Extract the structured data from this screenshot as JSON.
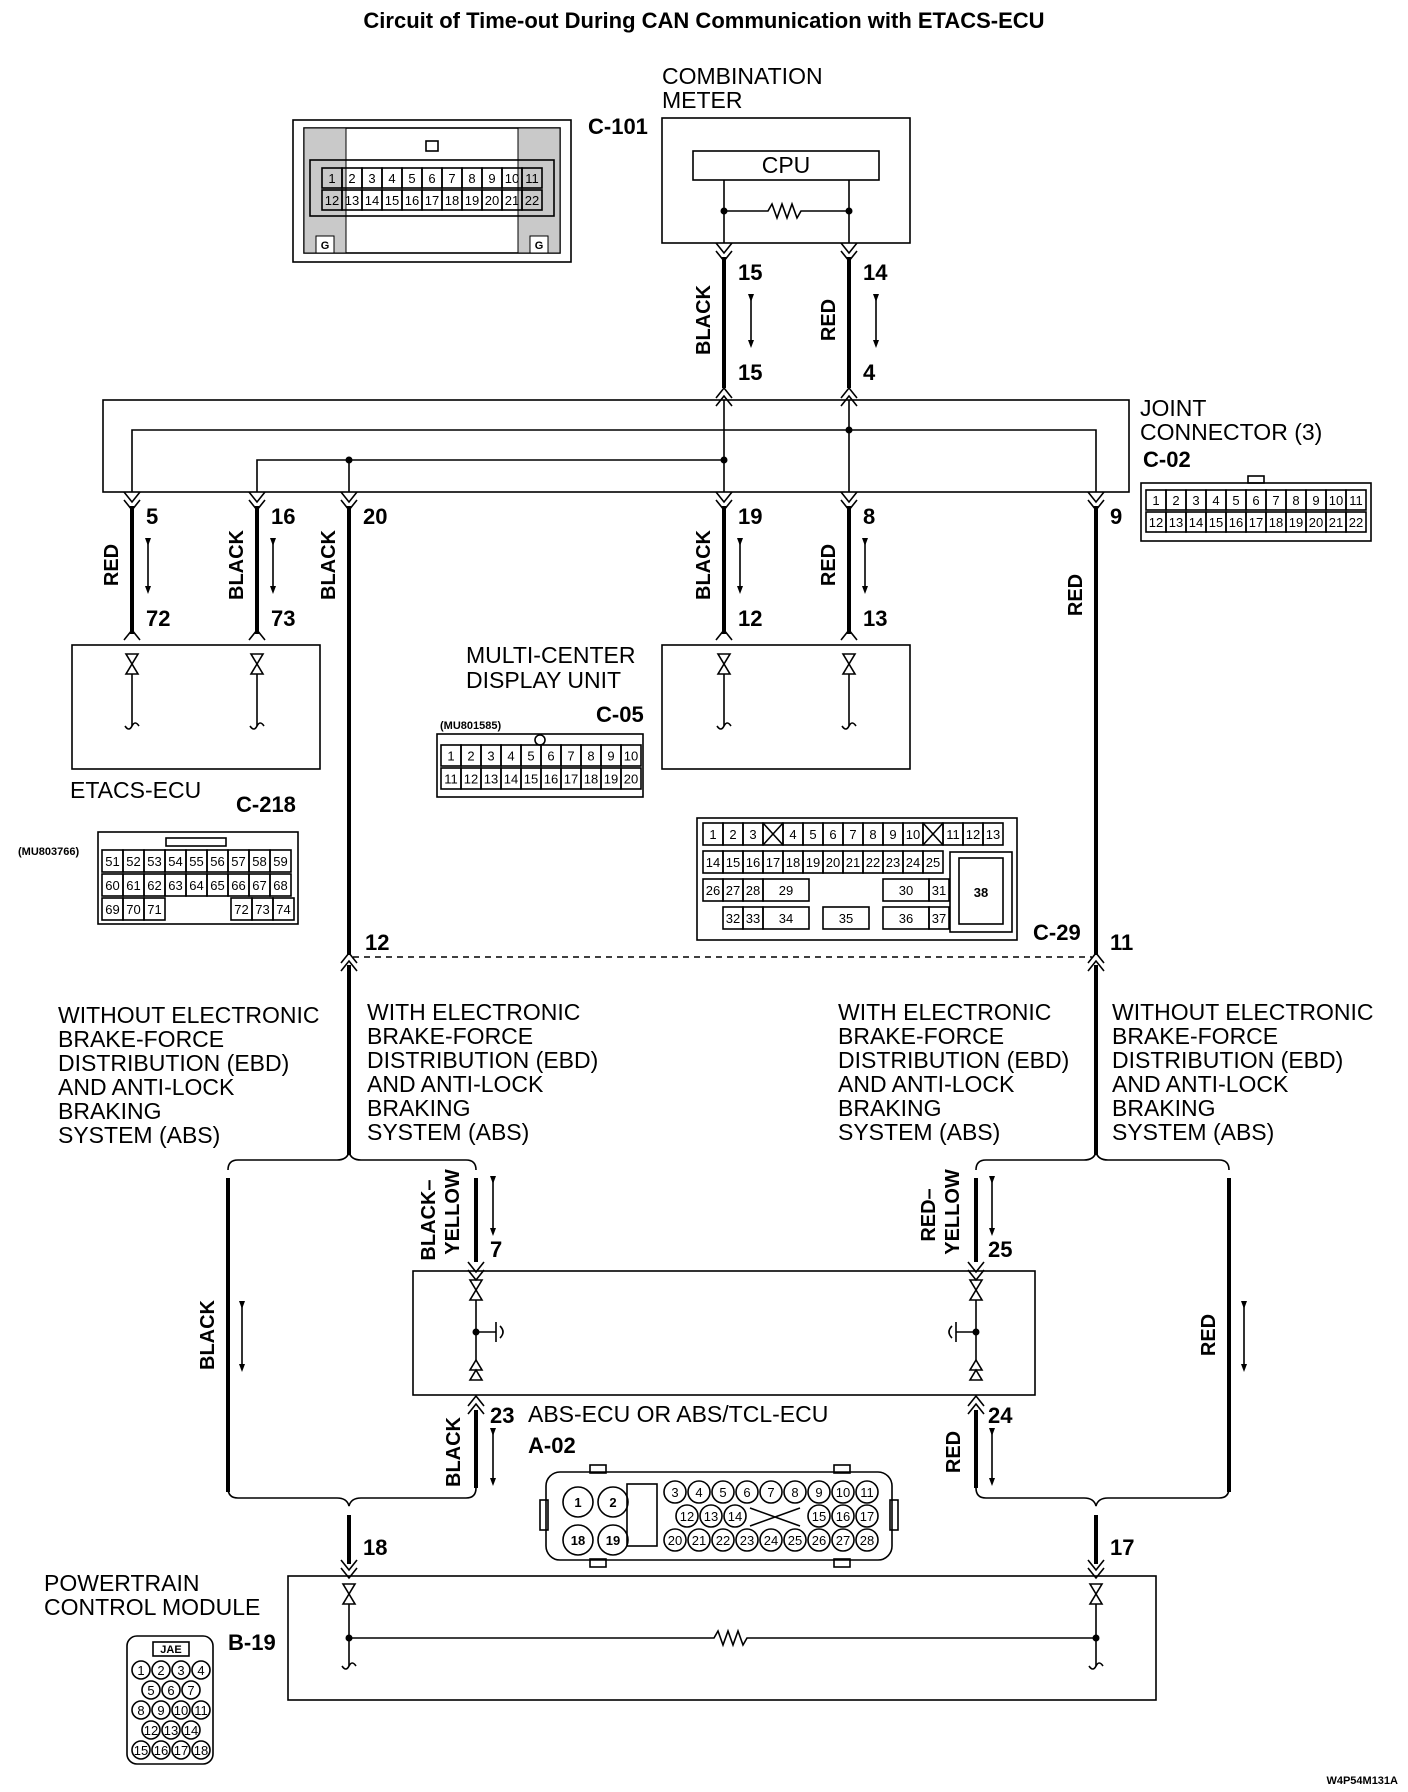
{
  "title": "Circuit of Time-out During CAN Communication with ETACS-ECU",
  "components": {
    "combination_meter": {
      "name_line1": "COMBINATION",
      "name_line2": "METER",
      "cpu": "CPU",
      "connector": "C-101"
    },
    "joint_connector": {
      "name_line1": "JOINT",
      "name_line2": "CONNECTOR (3)",
      "connector": "C-02"
    },
    "etacs_ecu": {
      "name": "ETACS-ECU",
      "connector": "C-218",
      "part_number": "(MU803766)"
    },
    "multi_center_display": {
      "name_line1": "MULTI-CENTER",
      "name_line2": "DISPLAY UNIT",
      "connector": "C-05",
      "part_number": "(MU801585)"
    },
    "c29": {
      "connector": "C-29"
    },
    "abs_ecu": {
      "name": "ABS-ECU OR ABS/TCL-ECU",
      "connector": "A-02"
    },
    "pcm": {
      "name_line1": "POWERTRAIN",
      "name_line2": "CONTROL MODULE",
      "connector": "B-19",
      "jae": "JAE"
    }
  },
  "pins": {
    "meter_15": "15",
    "meter_14": "14",
    "jc_15": "15",
    "jc_4": "4",
    "jc_5": "5",
    "jc_16": "16",
    "jc_20": "20",
    "jc_19": "19",
    "jc_8": "8",
    "jc_9": "9",
    "etacs_72": "72",
    "etacs_73": "73",
    "mcd_12": "12",
    "mcd_13": "13",
    "c29_12": "12",
    "c29_11": "11",
    "abs_7": "7",
    "abs_25": "25",
    "abs_23": "23",
    "abs_24": "24",
    "pcm_18": "18",
    "pcm_17": "17"
  },
  "wire_colors": {
    "black": "BLACK",
    "red": "RED",
    "black_yellow_1": "BLACK–",
    "black_yellow_2": "YELLOW",
    "red_yellow_1": "RED–",
    "red_yellow_2": "YELLOW"
  },
  "notes": {
    "without_ebd": [
      "WITHOUT ELECTRONIC",
      "BRAKE-FORCE",
      "DISTRIBUTION (EBD)",
      "AND ANTI-LOCK",
      "BRAKING",
      "SYSTEM (ABS)"
    ],
    "with_ebd": [
      "WITH ELECTRONIC",
      "BRAKE-FORCE",
      "DISTRIBUTION (EBD)",
      "AND ANTI-LOCK",
      "BRAKING",
      "SYSTEM (ABS)"
    ]
  },
  "connector_faces": {
    "c101": {
      "row1": [
        "1",
        "2",
        "3",
        "4",
        "5",
        "6",
        "7",
        "8",
        "9",
        "10",
        "11"
      ],
      "row2": [
        "12",
        "13",
        "14",
        "15",
        "16",
        "17",
        "18",
        "19",
        "20",
        "21",
        "22"
      ],
      "ground": "G"
    },
    "c02": {
      "row1": [
        "1",
        "2",
        "3",
        "4",
        "5",
        "6",
        "7",
        "8",
        "9",
        "10",
        "11"
      ],
      "row2": [
        "12",
        "13",
        "14",
        "15",
        "16",
        "17",
        "18",
        "19",
        "20",
        "21",
        "22"
      ]
    },
    "c05": {
      "row1": [
        "1",
        "2",
        "3",
        "4",
        "5",
        "6",
        "7",
        "8",
        "9",
        "10"
      ],
      "row2": [
        "11",
        "12",
        "13",
        "14",
        "15",
        "16",
        "17",
        "18",
        "19",
        "20"
      ]
    },
    "c218": {
      "row1": [
        "51",
        "52",
        "53",
        "54",
        "55",
        "56",
        "57",
        "58",
        "59"
      ],
      "row2": [
        "60",
        "61",
        "62",
        "63",
        "64",
        "65",
        "66",
        "67",
        "68"
      ],
      "row3": [
        "69",
        "70",
        "71",
        "72",
        "73",
        "74"
      ]
    },
    "c29": {
      "row1a": [
        "1",
        "2",
        "3"
      ],
      "row1b": [
        "4",
        "5",
        "6",
        "7",
        "8",
        "9",
        "10"
      ],
      "row1c": [
        "11",
        "12",
        "13"
      ],
      "row2": [
        "14",
        "15",
        "16",
        "17",
        "18",
        "19",
        "20",
        "21",
        "22",
        "23",
        "24",
        "25"
      ],
      "row3a": [
        "26",
        "27",
        "28",
        "29"
      ],
      "row3b": [
        "30",
        "31"
      ],
      "row4a": [
        "32",
        "33",
        "34"
      ],
      "row4b": [
        "35"
      ],
      "row4c": [
        "36",
        "37"
      ],
      "big": "38"
    },
    "a02": {
      "large": [
        "1",
        "2",
        "18",
        "19"
      ],
      "row1": [
        "3",
        "4",
        "5",
        "6",
        "7",
        "8",
        "9",
        "10",
        "11"
      ],
      "row2a": [
        "12",
        "13",
        "14"
      ],
      "row2b": [
        "15",
        "16",
        "17"
      ],
      "row3": [
        "20",
        "21",
        "22",
        "23",
        "24",
        "25",
        "26",
        "27",
        "28"
      ]
    },
    "b19": {
      "row1": [
        "1",
        "2",
        "3",
        "4"
      ],
      "row2": [
        "5",
        "6",
        "7"
      ],
      "row3": [
        "8",
        "9",
        "10",
        "11"
      ],
      "row4": [
        "12",
        "13",
        "14"
      ],
      "row5": [
        "15",
        "16",
        "17",
        "18"
      ]
    }
  },
  "drawing_id": "W4P54M131A"
}
